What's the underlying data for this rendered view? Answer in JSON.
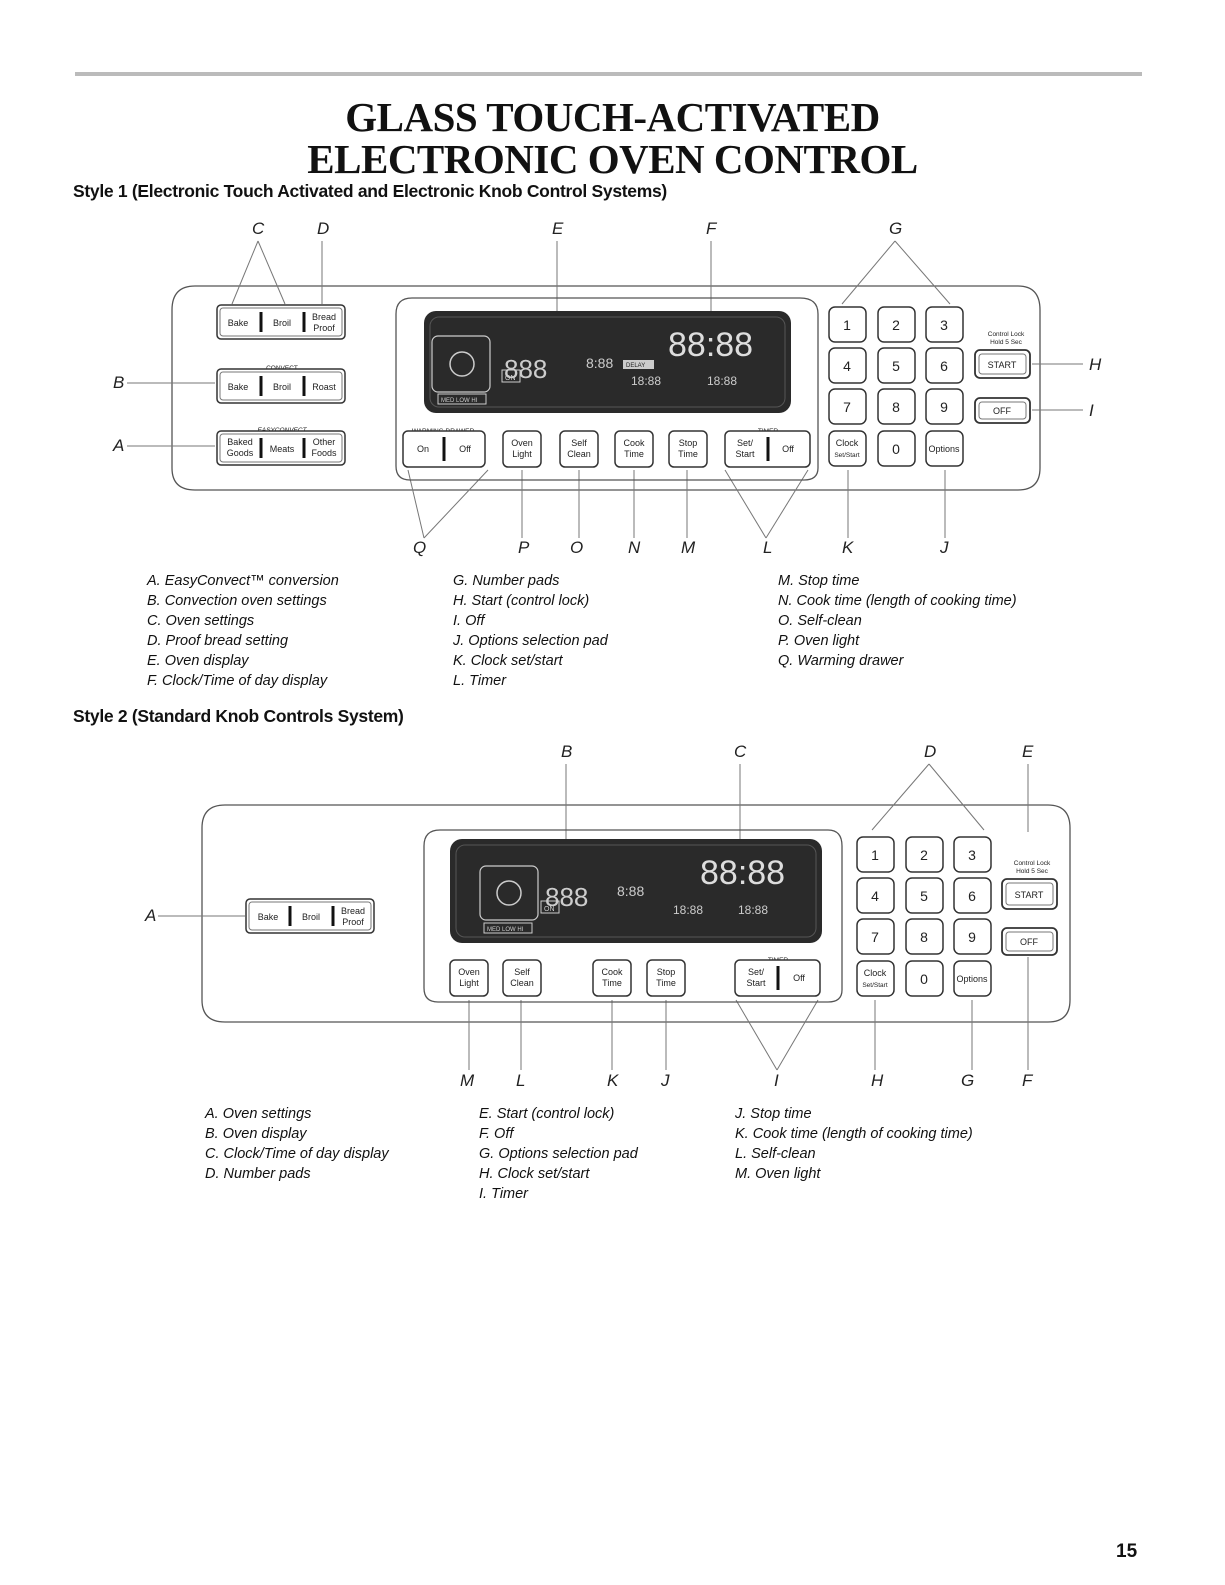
{
  "title_line1": "GLASS TOUCH-ACTIVATED",
  "title_line2": "ELECTRONIC OVEN CONTROL",
  "style1": {
    "heading": "Style 1 (Electronic Touch Activated and Electronic Knob Control Systems)",
    "callouts": [
      "C",
      "D",
      "E",
      "F",
      "G",
      "H",
      "I",
      "B",
      "A",
      "Q",
      "P",
      "O",
      "N",
      "M",
      "L",
      "K",
      "J"
    ],
    "panel": {
      "bake": "Bake",
      "broil": "Broil",
      "bread": "Bread",
      "proof": "Proof",
      "convect": "CONVECT",
      "roast": "Roast",
      "easyconvect": "EASYCONVECT",
      "baked": "Baked",
      "goods": "Goods",
      "meats": "Meats",
      "other": "Other",
      "foods": "Foods",
      "warming_drawer": "WARMING DRAWER",
      "on": "On",
      "off": "Off",
      "oven": "Oven",
      "light": "Light",
      "self": "Self",
      "clean": "Clean",
      "cook": "Cook",
      "time": "Time",
      "stop": "Stop",
      "timer": "TIMER",
      "set": "Set/",
      "start": "Start",
      "clock": "Clock",
      "setstart": "Set/Start",
      "options": "Options",
      "control_lock": "Control Lock",
      "hold": "Hold 5 Sec",
      "start_btn": "START",
      "off_btn": "OFF",
      "digits": [
        "1",
        "2",
        "3",
        "4",
        "5",
        "6",
        "7",
        "8",
        "9",
        "0"
      ],
      "lcd": {
        "clock": "88:88",
        "temp": "888",
        "deg": "8:88",
        "delay": "DELAY",
        "on": "ON",
        "med_low_hi": "MED LOW HI",
        "cook_time": "18:88",
        "stop_time": "18:88"
      }
    },
    "legend_col1": [
      "A. EasyConvect™ conversion",
      "B. Convection oven settings",
      "C. Oven settings",
      "D. Proof bread setting",
      "E. Oven display",
      "F. Clock/Time of day display"
    ],
    "legend_col2": [
      "G. Number pads",
      "H. Start (control lock)",
      "I. Off",
      "J. Options selection pad",
      "K. Clock set/start",
      "L. Timer"
    ],
    "legend_col3": [
      "M. Stop time",
      "N. Cook time (length of cooking time)",
      "O. Self-clean",
      "P. Oven light",
      "Q. Warming drawer"
    ]
  },
  "style2": {
    "heading": "Style 2 (Standard Knob Controls System)",
    "callouts": [
      "B",
      "C",
      "D",
      "E",
      "A",
      "M",
      "L",
      "K",
      "J",
      "I",
      "H",
      "G",
      "F"
    ],
    "legend_col1": [
      "A. Oven settings",
      "B. Oven display",
      "C. Clock/Time of day display",
      "D. Number pads"
    ],
    "legend_col2": [
      "E. Start (control lock)",
      "F. Off",
      "G. Options selection pad",
      "H. Clock set/start",
      "I. Timer"
    ],
    "legend_col3": [
      "J. Stop time",
      "K. Cook time (length of cooking time)",
      "L. Self-clean",
      "M. Oven light"
    ]
  },
  "page_number": "15"
}
